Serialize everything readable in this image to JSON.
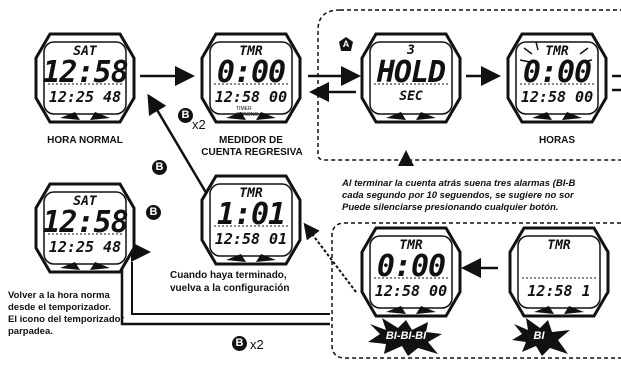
{
  "watches": {
    "normal": {
      "top": "SAT",
      "main": "12:58",
      "sub": "12:25 48"
    },
    "countdown": {
      "top": "TMR",
      "main": "0:00",
      "sub": "12:58 00"
    },
    "hold": {
      "top_num": "3",
      "main": "HOLD",
      "sub": "SEC"
    },
    "hours": {
      "top": "TMR",
      "main": "0:00",
      "sub": "12:58 00"
    },
    "return": {
      "top": "SAT",
      "main": "12:58",
      "sub": "12:25 48"
    },
    "finished": {
      "top": "TMR",
      "main": "1:01",
      "sub": "12:58 01"
    },
    "alarm1": {
      "top": "TMR",
      "main": "0:00",
      "sub": "12:58 00"
    },
    "alarm2": {
      "top": "TMR",
      "main": "",
      "sub": "12:58  1"
    }
  },
  "labels": {
    "hora_normal": "HORA NORMAL",
    "medidor_line1": "MEDIDOR DE",
    "medidor_line2": "CUENTA REGRESIVA",
    "horas": "HORAS",
    "cuando_line1": "Cuando haya terminado,",
    "cuando_line2": "vuelva a la configuración",
    "volver_line1": "Volver a la hora norma",
    "volver_line2": "desde el temporizador.",
    "volver_line3": "El icono del temporizador",
    "volver_line4": "parpadea."
  },
  "note": {
    "line1": "Al terminar la cuenta atrás suena tres alarmas (BI-B",
    "line2": "cada segundo por 10 seguendos, se sugiere no sor",
    "line3": "Puede silenciarse presionando cualquier botón."
  },
  "buttons": {
    "a": "A",
    "b": "B",
    "x2": "x2"
  },
  "beeps": {
    "bibibi": "BI-BI-BI",
    "bi": "BI"
  },
  "watch_icons": {
    "timer": "TIMER",
    "chrono": "CHRONO"
  }
}
